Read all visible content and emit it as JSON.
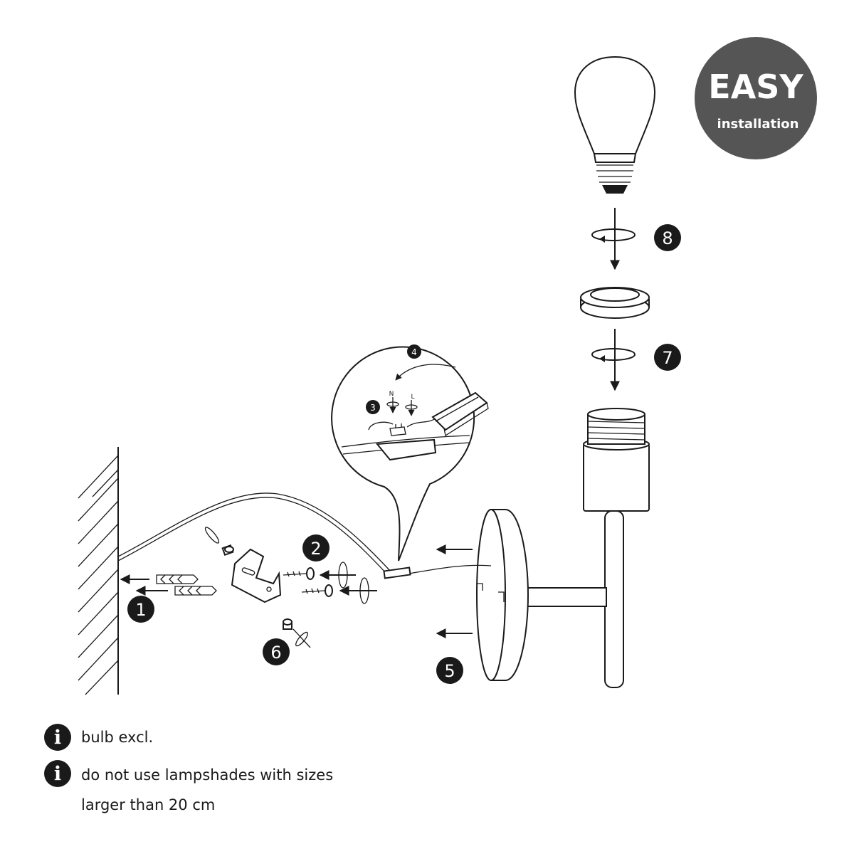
{
  "badge": {
    "line1": "EASY",
    "line2": "installation"
  },
  "steps": [
    "1",
    "2",
    "3",
    "4",
    "5",
    "6",
    "7",
    "8"
  ],
  "wire_labels": {
    "neutral": "N",
    "live": "L"
  },
  "notes": [
    {
      "icon": "info-icon",
      "text": "bulb excl."
    },
    {
      "icon": "info-icon",
      "line1": "do not use lampshades with sizes",
      "line2": "larger than 20 cm"
    }
  ],
  "colors": {
    "badge": "#555555",
    "step_marker": "#1a1a1a"
  }
}
